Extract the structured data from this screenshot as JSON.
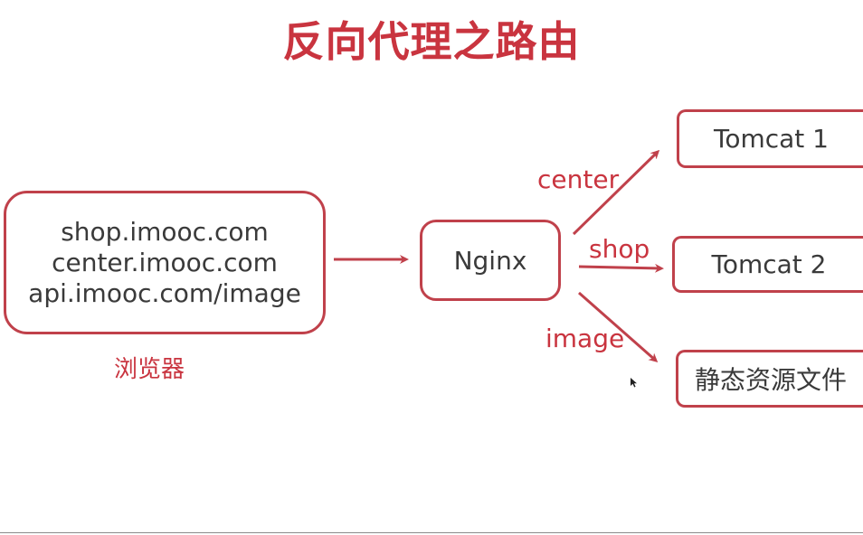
{
  "title": "反向代理之路由",
  "browser": {
    "lines": [
      "shop.imooc.com",
      "center.imooc.com",
      "api.imooc.com/image"
    ],
    "caption": "浏览器"
  },
  "proxy": {
    "label": "Nginx"
  },
  "routes": [
    {
      "label": "center",
      "target": "Tomcat 1"
    },
    {
      "label": "shop",
      "target": "Tomcat 2"
    },
    {
      "label": "image",
      "target": "静态资源文件"
    }
  ],
  "colors": {
    "accent": "#c9343f",
    "border": "#c0414b",
    "text": "#3a3a3a"
  }
}
